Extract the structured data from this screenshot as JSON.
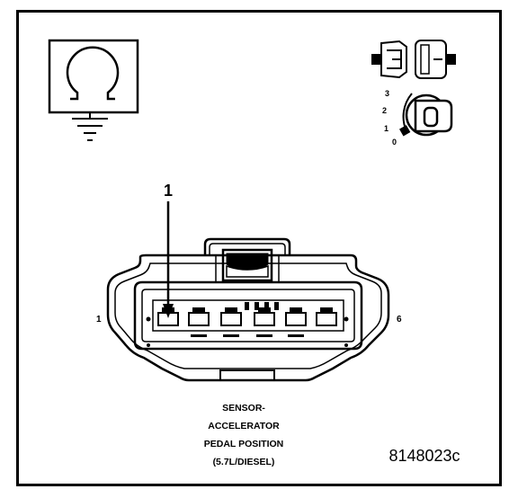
{
  "callout": {
    "number": "1"
  },
  "pins": {
    "first": "1",
    "last": "6"
  },
  "key_switch": {
    "positions": [
      "3",
      "2",
      "1",
      "0"
    ],
    "key_symbol": "0"
  },
  "title": [
    "SENSOR-",
    "ACCELERATOR",
    "PEDAL POSITION",
    "(5.7L/DIESEL)"
  ],
  "figure_id": "8148023c",
  "icons": [
    "ohmmeter-ground-icon",
    "connector-disconnect-icon",
    "ignition-key-icon"
  ]
}
